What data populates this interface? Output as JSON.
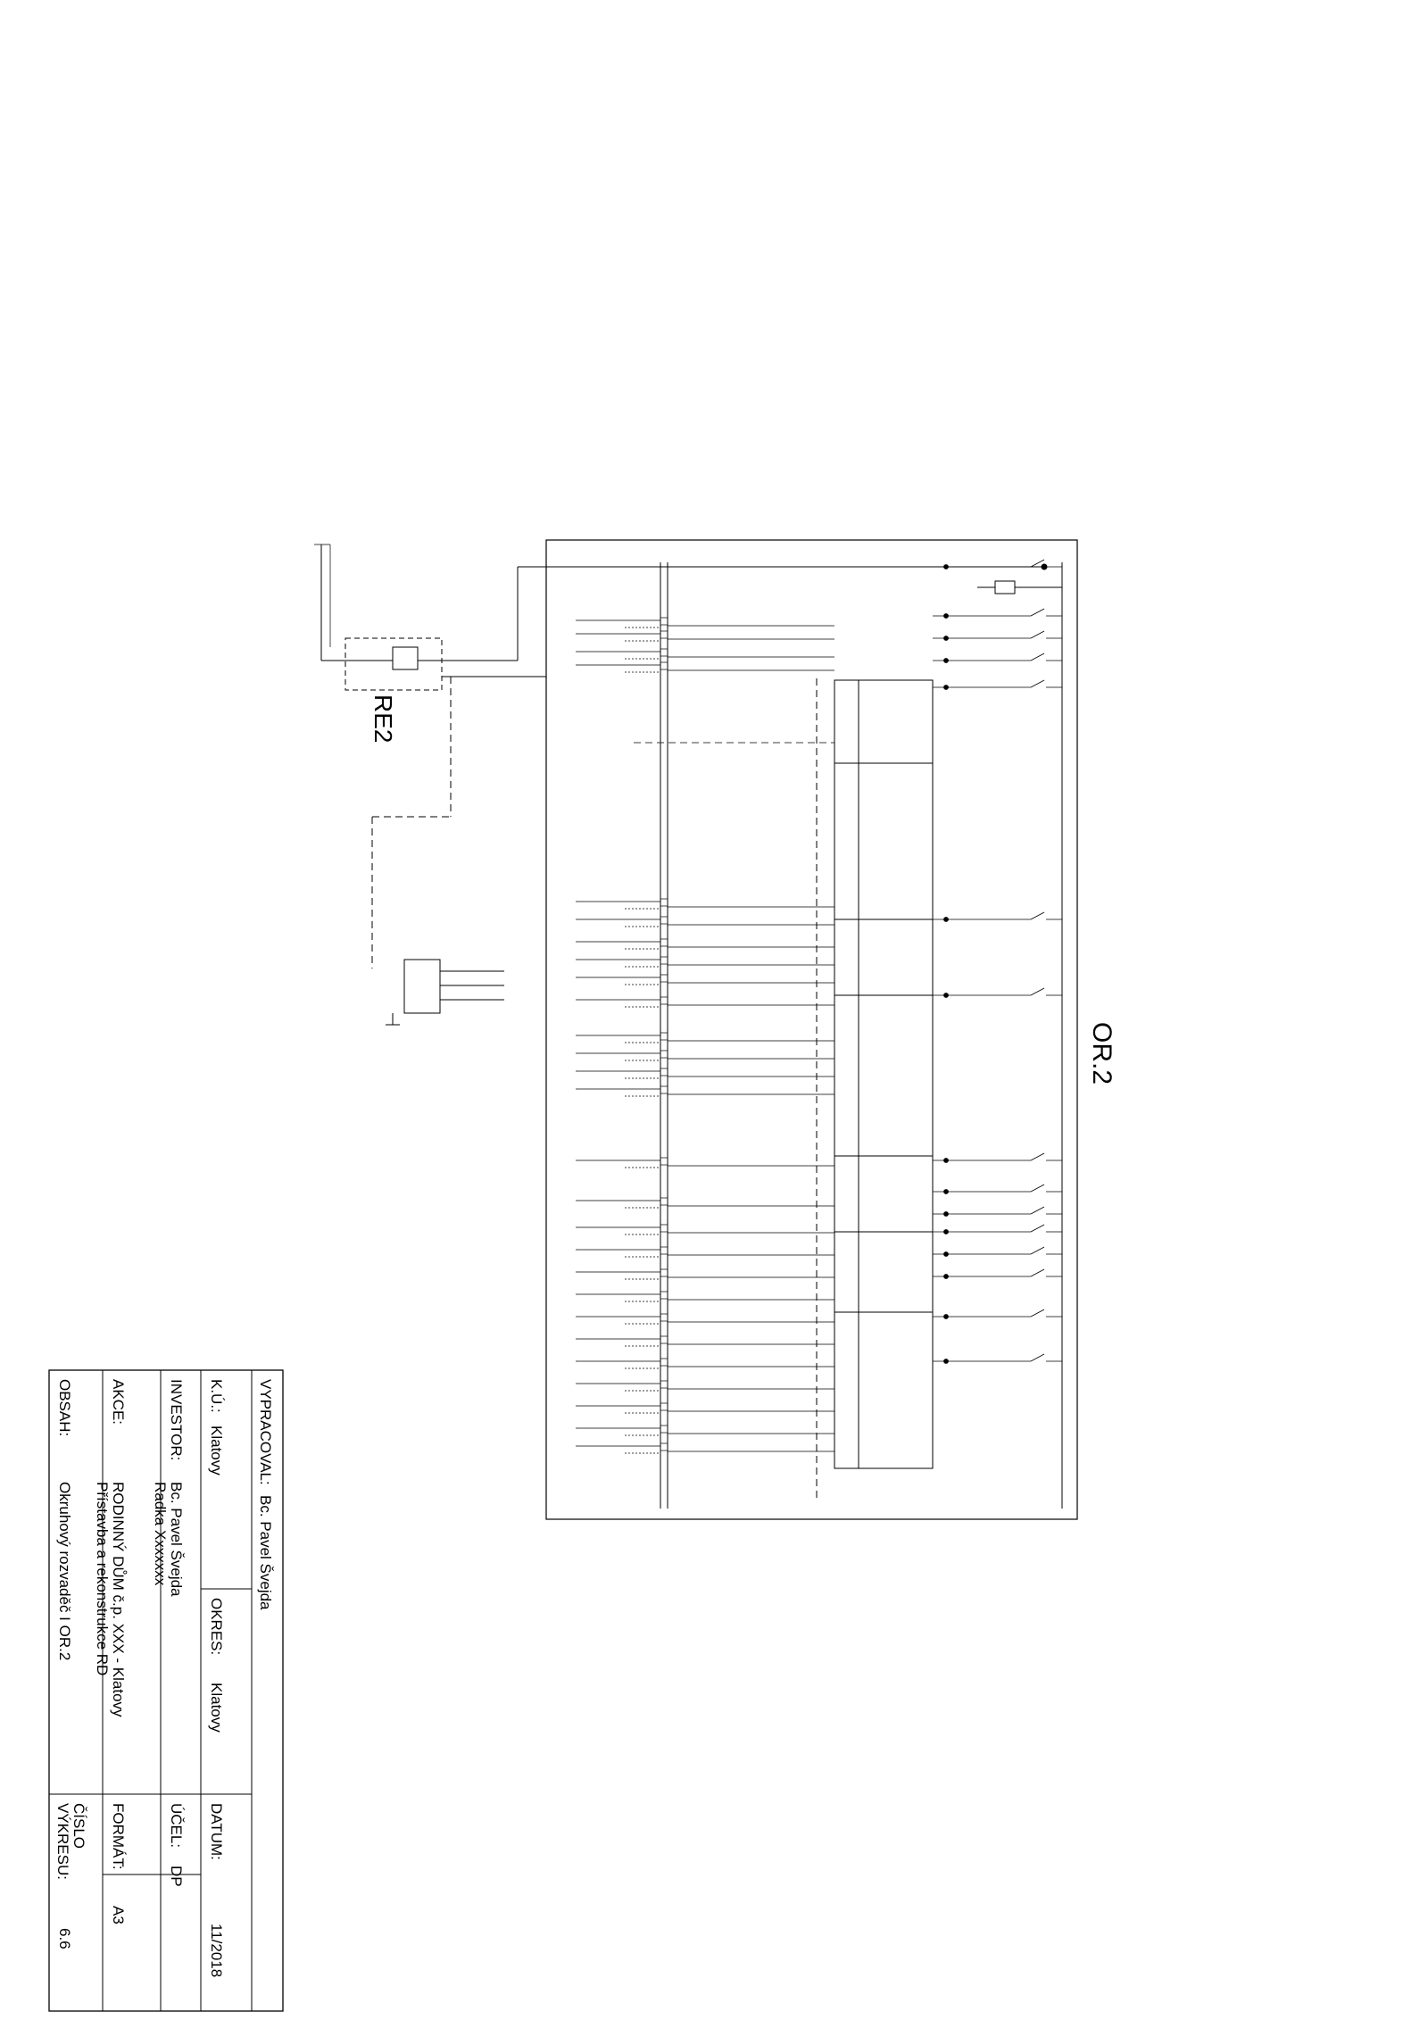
{
  "labels": {
    "main_panel": "OR.2",
    "sub_panel": "RE2"
  },
  "title_block": {
    "vypracoval": {
      "label": "VYPRACOVAL:",
      "value": "Bc. Pavel Švejda"
    },
    "ku": {
      "label": "K.Ú.:",
      "value": "Klatovy"
    },
    "okres": {
      "label": "OKRES:",
      "value": "Klatovy"
    },
    "datum": {
      "label": "DATUM:",
      "value": "11/2018"
    },
    "investor": {
      "label": "INVESTOR:",
      "value_line1": "Bc. Pavel Švejda",
      "value_line2": "Radka Xxxxxxx"
    },
    "ucel": {
      "label": "ÚČEL:",
      "value": "DP"
    },
    "akce": {
      "label": "AKCE:",
      "value_line1": "RODINNÝ DŮM č.p. XXX - Klatovy",
      "value_line2": "Přístavba a rekonstrukce RD"
    },
    "format": {
      "label": "FORMÁT:",
      "value": "A3"
    },
    "obsah": {
      "label": "OBSAH:",
      "value": "Okruhový rozvaděč I OR.2"
    },
    "cislo_vykresu": {
      "label_line1": "ČÍSLO",
      "label_line2": "VÝKRESU:",
      "value": "6.6"
    }
  },
  "colors": {
    "line": "#000000",
    "background": "#ffffff"
  }
}
